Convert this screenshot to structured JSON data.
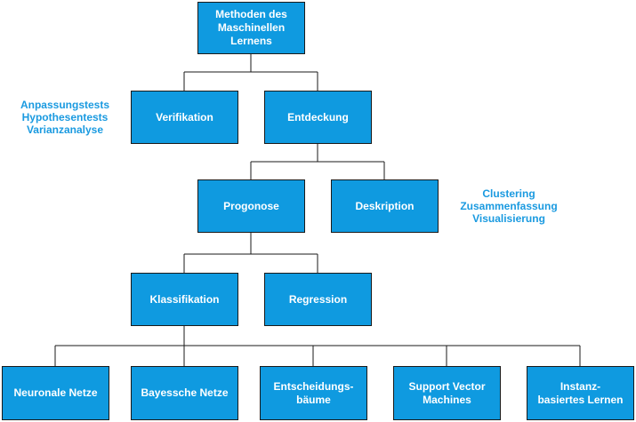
{
  "colors": {
    "box_fill": "#0f9ae0",
    "box_border": "#1a1a1a",
    "box_text": "#ffffff",
    "note_text": "#1a9ae0",
    "line": "#1a1a1a"
  },
  "nodes": {
    "root": "Methoden des\nMaschinellen\nLernens",
    "verifikation": "Verifikation",
    "entdeckung": "Entdeckung",
    "progonose": "Progonose",
    "deskription": "Deskription",
    "klassifikation": "Klassifikation",
    "regression": "Regression",
    "neuronale_netze": "Neuronale Netze",
    "bayessche_netze": "Bayessche Netze",
    "entscheidungsbaeume": "Entscheidungs-\nbäume",
    "support_vector_machines": "Support Vector\nMachines",
    "instanzbasiertes_lernen": "Instanz-\nbasiertes Lernen"
  },
  "annotations": {
    "verifikation_methods": "Anpassungstests\nHypothesentests\nVarianzanalyse",
    "deskription_methods": "Clustering\nZusammenfassung\nVisualisierung"
  }
}
